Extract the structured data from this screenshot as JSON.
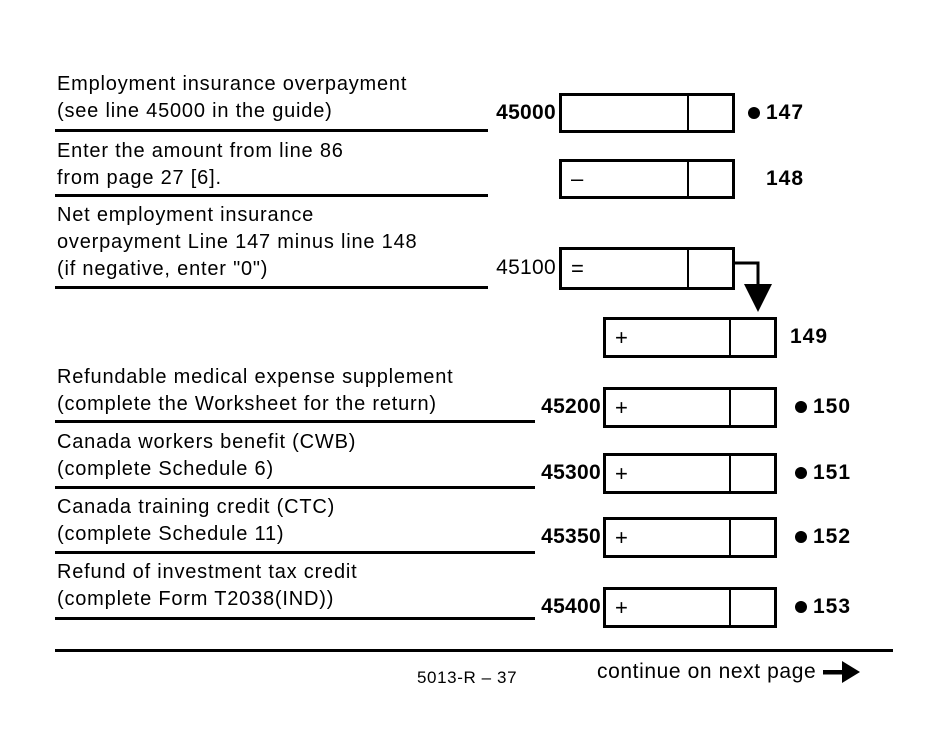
{
  "rows": [
    {
      "code": "45000",
      "label_lines": [
        "Employment insurance overpayment",
        "(see line 45000 in the guide)"
      ],
      "operator": "",
      "line_number": "147",
      "bulleted": true
    },
    {
      "code": "",
      "label_lines": [
        "Enter the amount from line 86",
        "from page 27 [6]."
      ],
      "operator": "–",
      "line_number": "148",
      "bulleted": false
    },
    {
      "code": "45100",
      "label_lines": [
        "Net employment insurance",
        "overpayment Line 147 minus line 148",
        "(if negative, enter \"0\")"
      ],
      "operator": "=",
      "line_number": "",
      "bulleted": false
    },
    {
      "code": "",
      "label_lines": [],
      "operator": "+",
      "line_number": "149",
      "bulleted": false
    },
    {
      "code": "45200",
      "label_lines": [
        "Refundable medical expense supplement",
        "(complete the Worksheet for the return)"
      ],
      "operator": "+",
      "line_number": "150",
      "bulleted": true
    },
    {
      "code": "45300",
      "label_lines": [
        "Canada workers benefit (CWB)",
        "(complete Schedule 6)"
      ],
      "operator": "+",
      "line_number": "151",
      "bulleted": true
    },
    {
      "code": "45350",
      "label_lines": [
        "Canada training credit (CTC)",
        "(complete Schedule 11)"
      ],
      "operator": "+",
      "line_number": "152",
      "bulleted": true
    },
    {
      "code": "45400",
      "label_lines": [
        "Refund of investment tax credit",
        "(complete Form T2038(IND))"
      ],
      "operator": "+",
      "line_number": "153",
      "bulleted": true
    }
  ],
  "footer": {
    "form_code": "5013-R – 37",
    "continue_text": "continue on next page"
  },
  "icons": {
    "bullet": "●",
    "down_arrow": "▼",
    "continue_arrow": "→"
  },
  "colors": {
    "ink": "#000000",
    "paper": "#ffffff"
  }
}
